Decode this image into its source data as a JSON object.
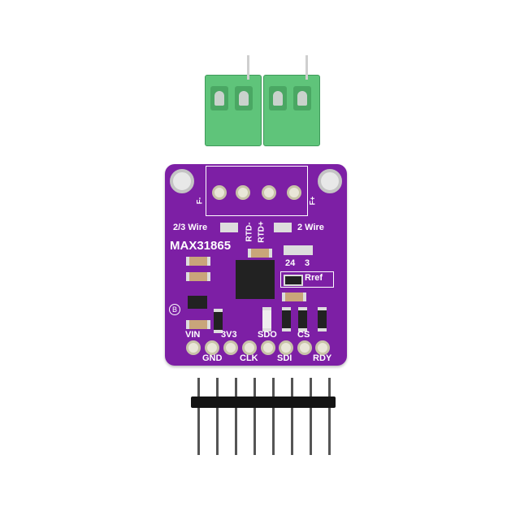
{
  "board": {
    "chip_name": "MAX31865",
    "jumper_left_label": "2/3 Wire",
    "jumper_right_label": "2 Wire",
    "rtd_minus": "RTD-",
    "rtd_plus": "RTD+",
    "f_minus": "F-",
    "f_plus": "F+",
    "jumper_24": "24",
    "jumper_3": "3",
    "rref_label": "Rref",
    "logo_mark": "B",
    "pins_top": [
      "VIN",
      "3V3",
      "SDO",
      "CS"
    ],
    "pins_bottom": [
      "GND",
      "CLK",
      "SDI",
      "RDY"
    ],
    "colors": {
      "pcb": "#7d1fa5",
      "terminal": "#5fc47a",
      "header": "#141414"
    }
  }
}
